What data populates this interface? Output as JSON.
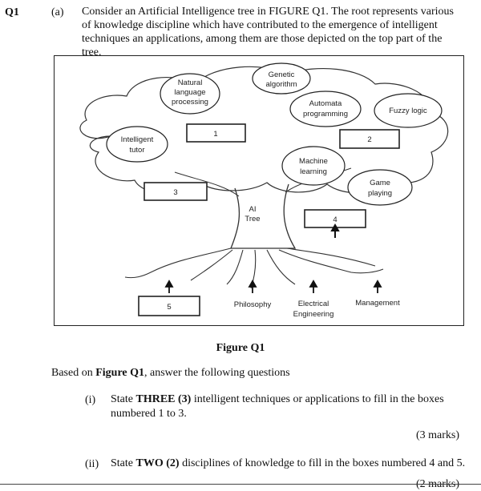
{
  "question": {
    "number": "Q1",
    "part": "(a)",
    "intro": "Consider an Artificial Intelligence tree in FIGURE Q1. The root represents various of knowledge discipline which have contributed to the emergence of intelligent techniques an applications, among them are those depicted on the top part of the tree."
  },
  "figure": {
    "caption": "Figure Q1",
    "trunk_label_line1": "AI",
    "trunk_label_line2": "Tree",
    "bubbles": {
      "natural_language": [
        "Natural",
        "language",
        "processing"
      ],
      "genetic": [
        "Genetic",
        "algorithm"
      ],
      "automata": [
        "Automata",
        "programming"
      ],
      "fuzzy": [
        "Fuzzy logic"
      ],
      "intelligent_tutor": [
        "Intelligent",
        "tutor"
      ],
      "machine_learning": [
        "Machine",
        "learning"
      ],
      "game_playing": [
        "Game",
        "playing"
      ]
    },
    "boxes": {
      "box1": "1",
      "box2": "2",
      "box3": "3",
      "box4": "4",
      "box5": "5"
    },
    "roots": {
      "philosophy": "Philosophy",
      "electrical_line1": "Electrical",
      "electrical_line2": "Engineering",
      "management": "Management"
    }
  },
  "instruction": {
    "prefix": "Based on ",
    "figure_ref": "Figure Q1",
    "suffix": ", answer the following questions"
  },
  "items": [
    {
      "num": "(i)",
      "pre": "State ",
      "bold": "THREE (3)",
      "post": " intelligent techniques or applications to fill in the boxes numbered 1 to 3.",
      "marks": "(3 marks)"
    },
    {
      "num": "(ii)",
      "pre": "State ",
      "bold": "TWO (2)",
      "post": " disciplines of knowledge to fill in the boxes numbered 4 and 5.",
      "marks": "(2 marks)"
    }
  ]
}
